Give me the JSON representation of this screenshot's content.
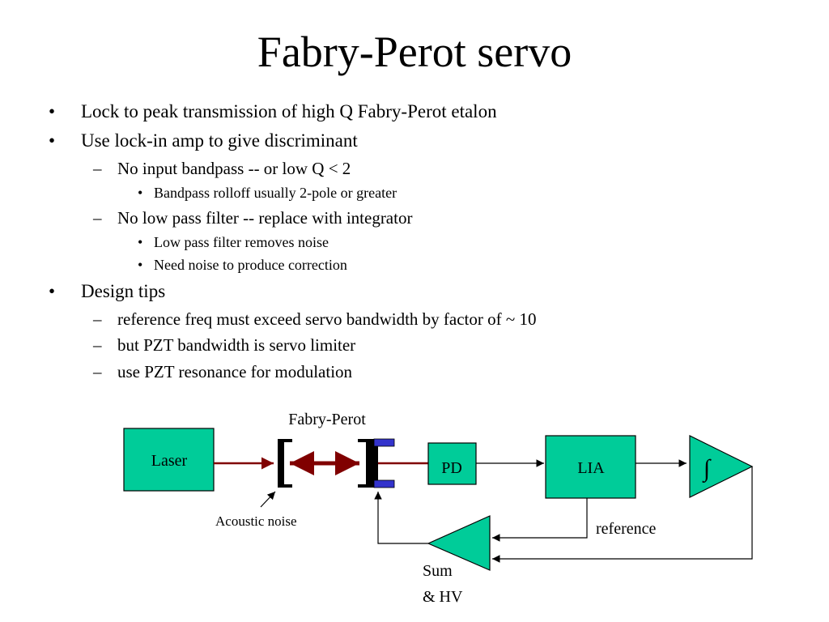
{
  "title": "Fabry-Perot servo",
  "bullets": [
    {
      "level": 1,
      "marker": "•",
      "text": "Lock to peak transmission of high Q Fabry-Perot etalon"
    },
    {
      "level": 1,
      "marker": "•",
      "text": "Use lock-in amp to give discriminant"
    },
    {
      "level": 2,
      "marker": "–",
      "text": "No input bandpass  -- or low Q < 2"
    },
    {
      "level": 3,
      "marker": "•",
      "text": "Bandpass rolloff usually 2-pole or greater"
    },
    {
      "level": 2,
      "marker": "–",
      "text": "No low pass filter -- replace with integrator"
    },
    {
      "level": 3,
      "marker": "•",
      "text": "Low pass filter removes noise"
    },
    {
      "level": 3,
      "marker": "•",
      "text": "Need noise to produce correction"
    },
    {
      "level": 1,
      "marker": "•",
      "text": "Design tips"
    },
    {
      "level": 2,
      "marker": "–",
      "text": "reference freq must exceed servo bandwidth by factor of ~ 10"
    },
    {
      "level": 2,
      "marker": "–",
      "text": "but PZT bandwidth is servo limiter"
    },
    {
      "level": 2,
      "marker": "–",
      "text": "use PZT resonance for modulation"
    }
  ],
  "diagram": {
    "fabry_perot_label": "Fabry-Perot",
    "laser_label": "Laser",
    "pd_label": "PD",
    "lia_label": "LIA",
    "integrator_symbol": "∫",
    "acoustic_noise_label": "Acoustic noise",
    "reference_label": "reference",
    "sum_hv_line1": "Sum",
    "sum_hv_line2": "& HV",
    "colors": {
      "box_fill": "#00CC99",
      "beam": "#800000",
      "pzt": "#3333CC",
      "line": "#000000"
    }
  }
}
